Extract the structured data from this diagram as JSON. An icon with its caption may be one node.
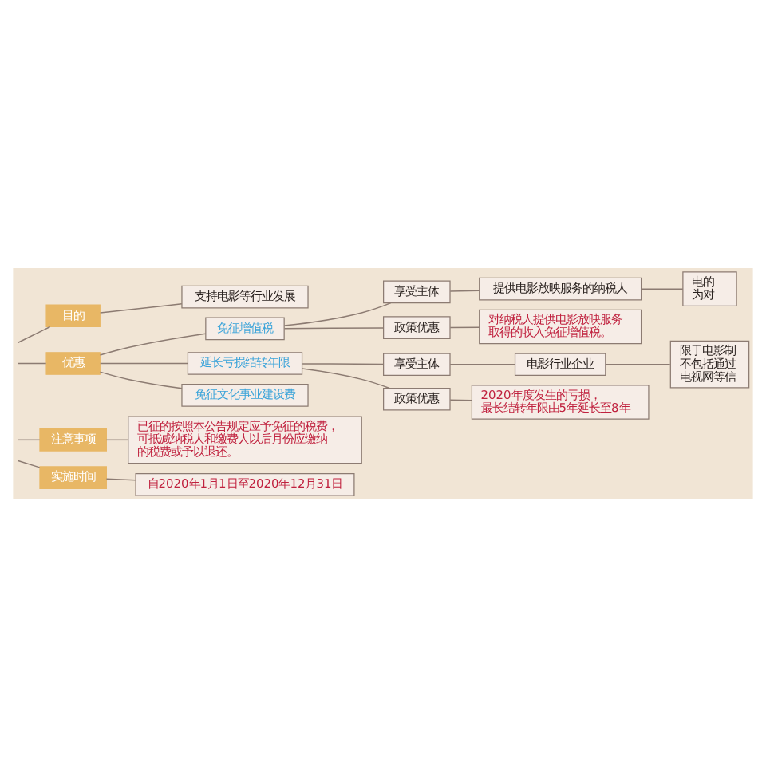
{
  "diagram": {
    "nodes": [
      {
        "text": [
          "目的"
        ]
      },
      {
        "text": [
          "支持电影等行业发展"
        ]
      },
      {
        "text": [
          "优惠"
        ]
      },
      {
        "text": [
          "免征增值税"
        ]
      },
      {
        "text": [
          "享受主体"
        ]
      },
      {
        "text": [
          "提供电影放映服务的纳税人"
        ]
      },
      {
        "text": [
          "电的为对"
        ]
      },
      {
        "text": [
          "政策优惠"
        ]
      },
      {
        "text": [
          "对纳税人提供电影放映服务取得的收入免征增值税。"
        ]
      },
      {
        "text": [
          "延长亏损结转年限"
        ]
      },
      {
        "text": [
          "享受主体"
        ]
      },
      {
        "text": [
          "电影行业企业"
        ]
      },
      {
        "text": [
          "限于电影制不包括通过电视网等信"
        ]
      },
      {
        "text": [
          "政策优惠"
        ]
      },
      {
        "text": [
          "2020年度发生的亏损，最长结转年限由5年延长至8年"
        ]
      },
      {
        "text": [
          "免征文化事业建设费"
        ]
      },
      {
        "text": [
          "注意事项"
        ]
      },
      {
        "text": [
          "已征的按照本公告规定应予免征的税费，可抵减纳税人和缴费人以后月份应缴纳的税费或予以退还。"
        ]
      },
      {
        "text": [
          "实施时间"
        ]
      },
      {
        "text": [
          "自2020年1月1日至2020年12月31日"
        ]
      }
    ],
    "edges": [
      {
        "from": null,
        "to": 0,
        "arrow": "none"
      },
      {
        "from": 0,
        "to": 1,
        "arrow": "none"
      },
      {
        "from": null,
        "to": 2,
        "arrow": "none"
      },
      {
        "from": 2,
        "to": 3,
        "arrow": "none"
      },
      {
        "from": 3,
        "to": 4,
        "arrow": "none"
      },
      {
        "from": 4,
        "to": 5,
        "arrow": "none"
      },
      {
        "from": 5,
        "to": 6,
        "arrow": "none"
      },
      {
        "from": 3,
        "to": 7,
        "arrow": "none"
      },
      {
        "from": 7,
        "to": 8,
        "arrow": "none"
      },
      {
        "from": 2,
        "to": 9,
        "arrow": "none"
      },
      {
        "from": 9,
        "to": 10,
        "arrow": "none"
      },
      {
        "from": 10,
        "to": 11,
        "arrow": "none"
      },
      {
        "from": 11,
        "to": 12,
        "arrow": "none"
      },
      {
        "from": 9,
        "to": 13,
        "arrow": "none"
      },
      {
        "from": 13,
        "to": 14,
        "arrow": "none"
      },
      {
        "from": 2,
        "to": 15,
        "arrow": "none"
      },
      {
        "from": null,
        "to": 16,
        "arrow": "none"
      },
      {
        "from": 16,
        "to": 17,
        "arrow": "none"
      },
      {
        "from": null,
        "to": 18,
        "arrow": "none"
      },
      {
        "from": 18,
        "to": 19,
        "arrow": "none"
      }
    ]
  }
}
